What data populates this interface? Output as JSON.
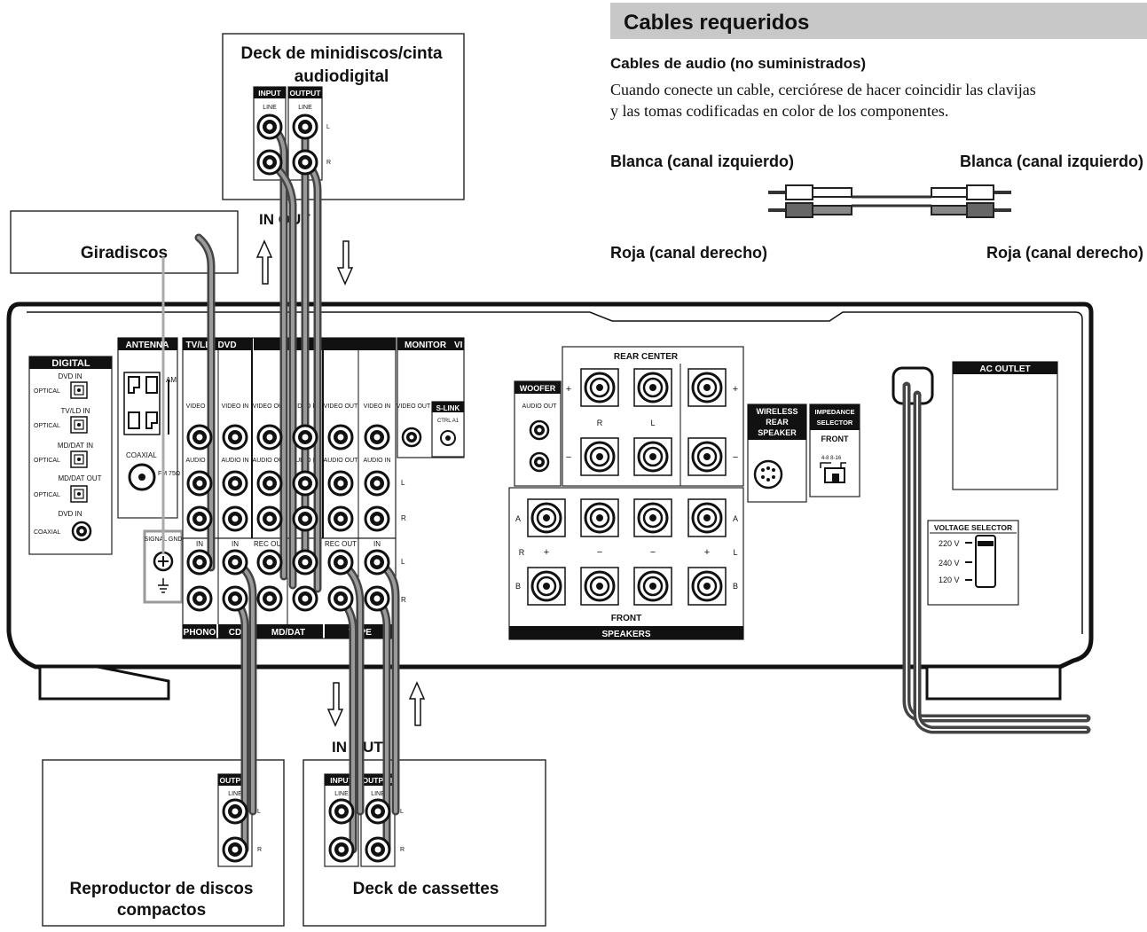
{
  "section": {
    "title": "Cables requeridos",
    "audio_heading": "Cables de audio (no suministrados)",
    "audio_text_1": "Cuando conecte un cable, cerciórese de hacer coincidir las clavijas",
    "audio_text_2": "y las tomas codificadas en color de los componentes.",
    "white_left": "Blanca (canal izquierdo)",
    "white_right": "Blanca (canal izquierdo)",
    "red_left": "Roja (canal derecho)",
    "red_right": "Roja (canal derecho)"
  },
  "devices": {
    "md_deck_line1": "Deck de minidiscos/cinta",
    "md_deck_line2": "audiodigital",
    "turntable": "Giradiscos",
    "cd_line1": "Reproductor de discos",
    "cd_line2": "compactos",
    "cassette": "Deck de cassettes"
  },
  "signal_flow": {
    "top": "IN OUT",
    "bottom": "IN OUT"
  },
  "device_jacks": {
    "input": "INPUT",
    "output": "OUTPUT",
    "line": "LINE",
    "l": "L",
    "r": "R"
  },
  "receiver": {
    "digital": "DIGITAL",
    "dvd_in": "DVD IN",
    "tvld_in": "TV/LD IN",
    "mddat_in": "MD/DAT IN",
    "mddat_out": "MD/DAT OUT",
    "optical": "OPTICAL",
    "coaxial": "COAXIAL",
    "antenna": "ANTENNA",
    "am": "AM",
    "fm": "FM 75Ω",
    "coax_ant": "COAXIAL",
    "signal_gnd": "SIGNAL GND",
    "tvld": "TV/LD",
    "dvd": "DVD",
    "monitor": "MONITOR",
    "vi": "VI",
    "slink": "S-LINK",
    "ctrl_a1": "CTRL A1",
    "video_in": "VIDEO IN",
    "video_out": "VIDEO OUT",
    "audio_in": "AUDIO IN",
    "audio_out": "AUDIO OUT",
    "in": "IN",
    "rec_out": "REC OUT",
    "phono": "PHONO",
    "cd": "CD",
    "mddat": "MD/DAT",
    "tape": "TAPE",
    "l": "L",
    "r": "R",
    "woofer": "WOOFER",
    "audio_out_woofer": "AUDIO OUT",
    "rear_center": "REAR CENTER",
    "rear_r": "R",
    "rear_l": "L",
    "plus": "+",
    "minus": "−",
    "a": "A",
    "b": "B",
    "front": "FRONT",
    "speakers": "SPEAKERS",
    "wireless": "WIRELESS REAR SPEAKER",
    "impedance": "IMPEDANCE SELECTOR",
    "imp_front": "FRONT",
    "imp_val": "4-8 8-16",
    "ac_outlet": "AC OUTLET",
    "voltage_selector": "VOLTAGE SELECTOR",
    "v220": "220 V",
    "v240": "240 V",
    "v120": "120 V"
  }
}
